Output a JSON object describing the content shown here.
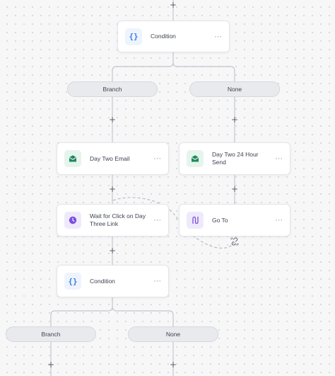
{
  "nodes": {
    "condition_top": {
      "label": "Condition",
      "icon": "curly-braces-icon"
    },
    "day_two_email": {
      "label": "Day Two Email",
      "icon": "envelope-icon"
    },
    "day_two_24h": {
      "label": "Day Two 24 Hour Send",
      "icon": "envelope-icon"
    },
    "wait_click": {
      "label": "Wait for Click on Day Three Link",
      "icon": "clock-icon"
    },
    "go_to": {
      "label": "Go To",
      "icon": "goto-loop-icon"
    },
    "condition_bottom": {
      "label": "Condition",
      "icon": "curly-braces-icon"
    }
  },
  "branches": {
    "top_branch": "Branch",
    "top_none": "None",
    "bottom_branch": "Branch",
    "bottom_none": "None"
  },
  "symbols": {
    "more": "···",
    "add": "+",
    "braces": "{}"
  },
  "colors": {
    "email_green": "#1f8a5b",
    "wait_purple": "#7b4fe0",
    "cond_blue": "#3b7ce8",
    "wire": "#c3c6cc"
  }
}
